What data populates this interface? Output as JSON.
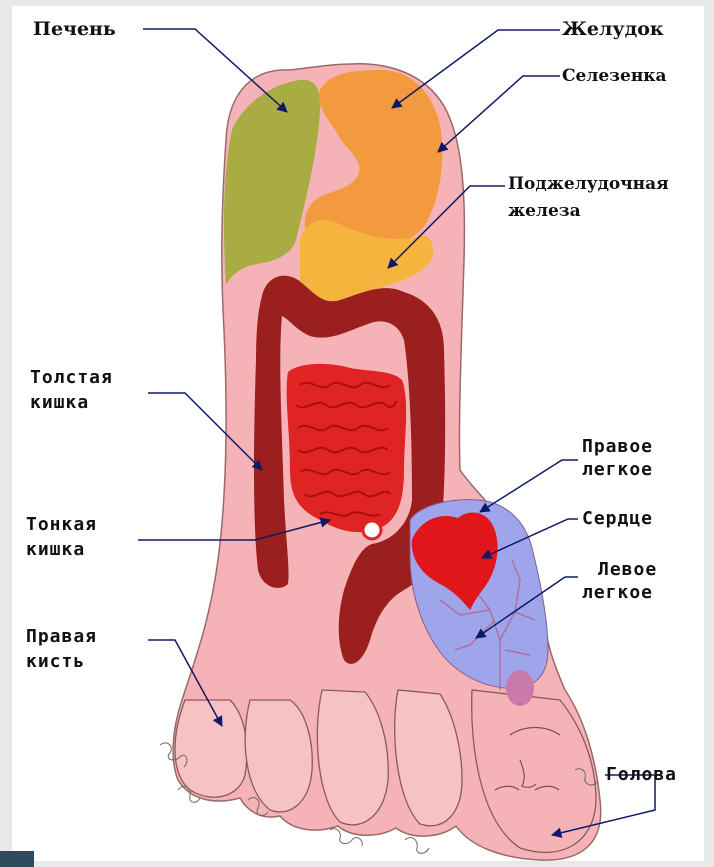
{
  "labels": {
    "liver": "Печень",
    "stomach": "Желудок",
    "spleen": "Селезенка",
    "pancreas_1": "Поджелудочная",
    "pancreas_2": "железа",
    "colon_1": "Толстая",
    "colon_2": "кишка",
    "small_int_1": "Тонкая",
    "small_int_2": "кишка",
    "right_hand_1": "Правая",
    "right_hand_2": "кисть",
    "right_lung_1": "Правое",
    "right_lung_2": "легкое",
    "heart": "Сердце",
    "left_lung_1": "Левое",
    "left_lung_2": "легкое",
    "head": "Голова"
  },
  "colors": {
    "background": "#ffffff",
    "foot": "#f5b3b7",
    "outline": "#8a5a5a",
    "liver": "#a9ac43",
    "stomach": "#f39a3f",
    "pancreas": "#f5b43d",
    "colon": "#9b1f1f",
    "small_intestine": "#e02424",
    "lung": "#9fa5ea",
    "heart": "#e0161b",
    "arrow": "#0e1a66"
  }
}
